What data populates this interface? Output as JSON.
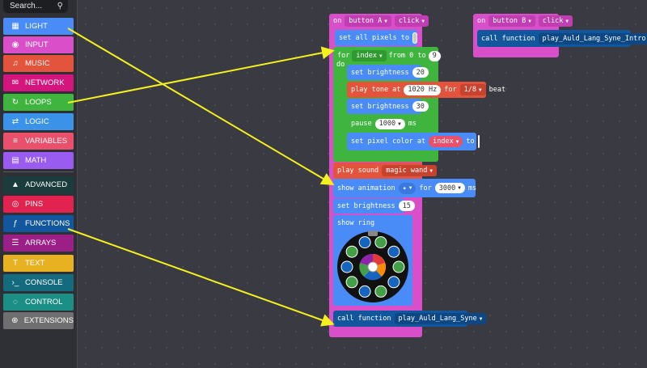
{
  "sidebar": {
    "search_placeholder": "Search...",
    "categories": [
      {
        "label": "LIGHT",
        "icon": "grid-icon",
        "glyph": "▦",
        "color": "#4a8cf7"
      },
      {
        "label": "INPUT",
        "icon": "radio-icon",
        "glyph": "◉",
        "color": "#d94fc9"
      },
      {
        "label": "MUSIC",
        "icon": "headphones-icon",
        "glyph": "♫",
        "color": "#e4533c"
      },
      {
        "label": "NETWORK",
        "icon": "chat-icon",
        "glyph": "✉",
        "color": "#d4157e"
      },
      {
        "label": "LOOPS",
        "icon": "refresh-icon",
        "glyph": "↻",
        "color": "#3fb53f"
      },
      {
        "label": "LOGIC",
        "icon": "shuffle-icon",
        "glyph": "⇄",
        "color": "#3a93e8"
      },
      {
        "label": "VARIABLES",
        "icon": "list-icon",
        "glyph": "≡",
        "color": "#e8506b"
      },
      {
        "label": "MATH",
        "icon": "calculator-icon",
        "glyph": "▤",
        "color": "#9a5cf0"
      },
      {
        "label": "ADVANCED",
        "icon": "chevron-up-icon",
        "glyph": "▲",
        "color": "#1b3c3c"
      },
      {
        "label": "PINS",
        "icon": "target-icon",
        "glyph": "◎",
        "color": "#e2224f"
      },
      {
        "label": "FUNCTIONS",
        "icon": "function-icon",
        "glyph": "ƒ",
        "color": "#12579e"
      },
      {
        "label": "ARRAYS",
        "icon": "array-icon",
        "glyph": "☰",
        "color": "#9c1f87"
      },
      {
        "label": "TEXT",
        "icon": "text-icon",
        "glyph": "T",
        "color": "#e8b122"
      },
      {
        "label": "CONSOLE",
        "icon": "terminal-icon",
        "glyph": "›_",
        "color": "#156b7e"
      },
      {
        "label": "CONTROL",
        "icon": "dotted-circle-icon",
        "glyph": "◌",
        "color": "#1b8f86"
      },
      {
        "label": "EXTENSIONS",
        "icon": "plus-icon",
        "glyph": "⊕",
        "color": "#6f6f6f"
      }
    ]
  },
  "blocks": {
    "event_a": {
      "on": "on",
      "button": "button A",
      "event": "click"
    },
    "set_all_pixels": {
      "label": "set all pixels to"
    },
    "for_loop": {
      "for": "for",
      "var": "index",
      "from": "from 0 to",
      "to": "9",
      "do": "do"
    },
    "set_brightness_1": {
      "label": "set brightness",
      "value": "20"
    },
    "play_tone": {
      "label": "play tone at",
      "hz": "1020 Hz",
      "for": "for",
      "beat": "1/8",
      "beat_word": "beat"
    },
    "set_brightness_2": {
      "label": "set brightness",
      "value": "30"
    },
    "pause": {
      "label": "pause",
      "value": "1000",
      "unit": "ms"
    },
    "set_pixel_color": {
      "label": "set pixel color at",
      "index": "index",
      "to": "to"
    },
    "play_sound": {
      "label": "play sound",
      "sound": "magic wand"
    },
    "show_animation": {
      "label": "show animation",
      "for": "for",
      "ms": "3000",
      "unit": "ms"
    },
    "set_brightness_3": {
      "label": "set brightness",
      "value": "15"
    },
    "show_ring": {
      "label": "show ring"
    },
    "call_function_main": {
      "label": "call function",
      "name": "play_Auld_Lang_Syne"
    },
    "event_b": {
      "on": "on",
      "button": "button B",
      "event": "click"
    },
    "call_function_intro": {
      "label": "call function",
      "name": "play_Auld_Lang_Syne_Intro"
    }
  },
  "colors": {
    "event": "#d94fc9",
    "light": "#4a8cf7",
    "loops": "#3fb53f",
    "music": "#e4533c",
    "functions": "#12579e",
    "arrow": "#f5f01e"
  }
}
